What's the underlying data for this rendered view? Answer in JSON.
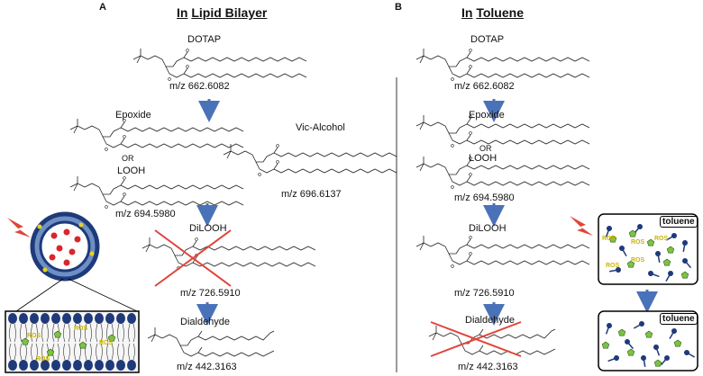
{
  "panelA": {
    "letter": "A",
    "title_prefix": "In",
    "title_rest": "Lipid Bilayer",
    "dotap": "DOTAP",
    "dotap_mz": "m/z 662.6082",
    "epoxide": "Epoxide",
    "or": "OR",
    "looh": "LOOH",
    "looh_mz": "m/z 694.5980",
    "vic": "Vic-Alcohol",
    "vic_mz": "m/z 696.6137",
    "dilooh": "DiLOOH",
    "dilooh_mz": "m/z 726.5910",
    "dialdehyde": "Dialdehyde",
    "dialdehyde_mz": "m/z 442.3163",
    "ros": "ROS"
  },
  "panelB": {
    "letter": "B",
    "title_prefix": "In",
    "title_rest": "Toluene",
    "dotap": "DOTAP",
    "dotap_mz": "m/z 662.6082",
    "epoxide": "Epoxide",
    "or": "OR",
    "looh": "LOOH",
    "looh_mz": "m/z 694.5980",
    "dilooh": "DiLOOH",
    "dilooh_mz": "m/z 726.5910",
    "dialdehyde": "Dialdehyde",
    "dialdehyde_mz": "m/z 442.3163",
    "toluene": "toluene",
    "ros": "ROS"
  },
  "colors": {
    "arrow": "#4a72b8",
    "cross": "#e0443a",
    "headgroup": "#1f3a7a",
    "ros_green": "#7cc243",
    "ros_yellow": "#e8d21f",
    "red_particle": "#d9262b",
    "lightning": "#e0443a"
  }
}
